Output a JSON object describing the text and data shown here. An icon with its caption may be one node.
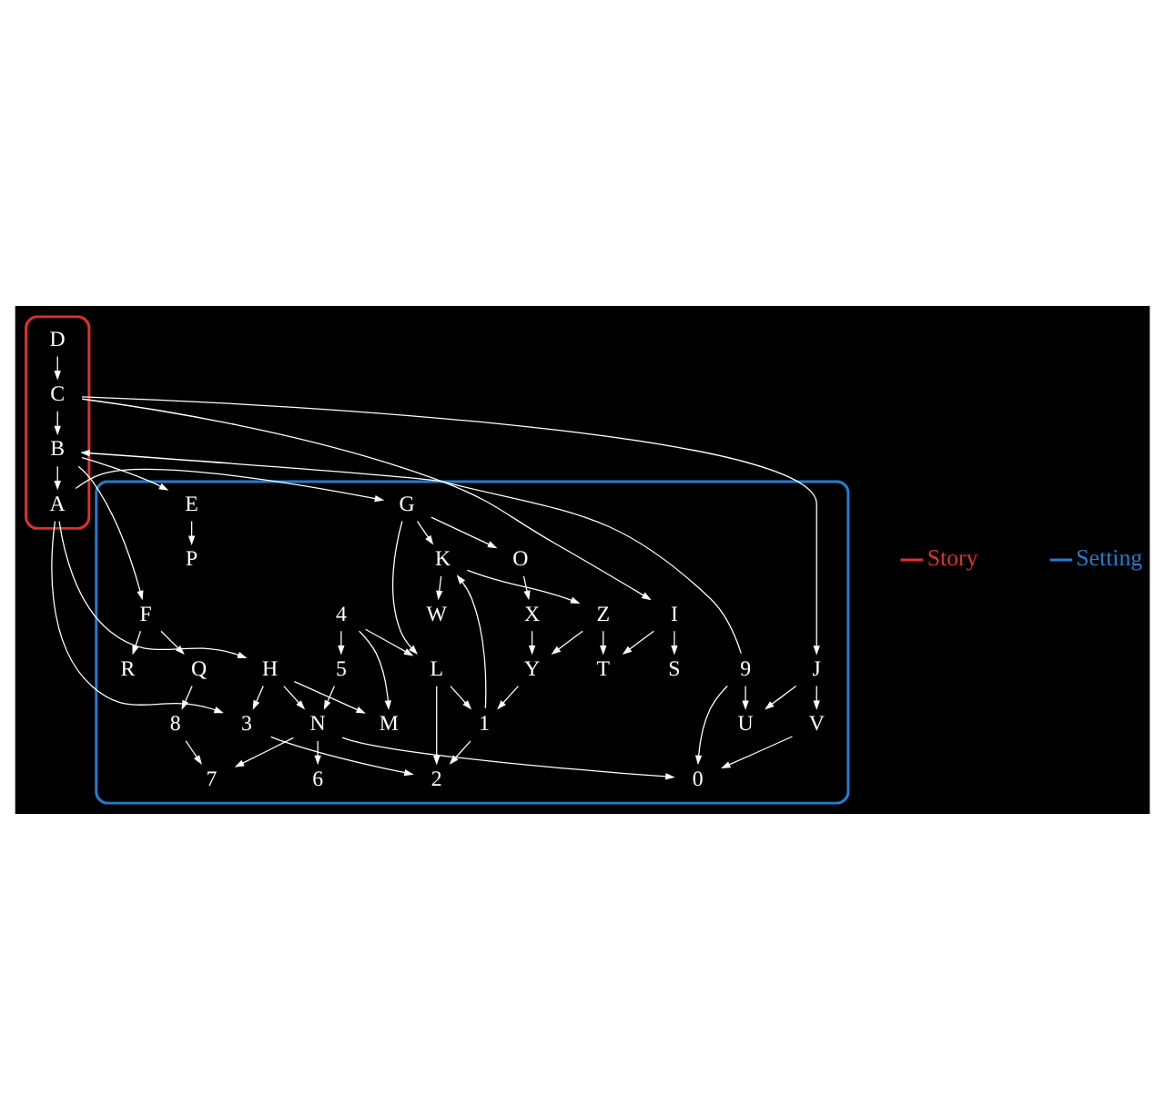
{
  "diagram": {
    "nodes": [
      {
        "text": [],
        "shape": "box"
      },
      {
        "text": [
          "W"
        ],
        "in": 0
      },
      {
        "text": [
          "X"
        ],
        "in": 0
      },
      {
        "text": [
          "Y"
        ],
        "in": 0
      },
      {
        "text": [
          "Z"
        ],
        "in": 0
      },
      {
        "text": [
          "1"
        ],
        "in": 0
      },
      {
        "text": [
          "K"
        ],
        "in": 0
      },
      {
        "text": [
          "O"
        ],
        "in": 0
      },
      {
        "text": [
          "P"
        ],
        "in": 0
      },
      {
        "text": [
          "S"
        ],
        "in": 0
      },
      {
        "text": [
          "T"
        ],
        "in": 0
      },
      {
        "text": [
          "G"
        ],
        "in": 0
      },
      {
        "text": [
          "E"
        ],
        "in": 0
      },
      {
        "text": [
          "I"
        ],
        "in": 0
      },
      {
        "text": [
          "2"
        ],
        "in": 0
      },
      {
        "text": [
          "L"
        ],
        "in": 0
      },
      {
        "text": [],
        "shape": "box"
      },
      {
        "text": [
          "A"
        ],
        "in": 16
      },
      {
        "text": [
          "B"
        ],
        "in": 16
      },
      {
        "text": [
          "C"
        ],
        "in": 16
      },
      {
        "text": [
          "D"
        ],
        "in": 16
      },
      {
        "text": [
          "3"
        ],
        "in": 0
      },
      {
        "text": [
          "H"
        ],
        "in": 0
      },
      {
        "text": [
          "F"
        ],
        "in": 0
      },
      {
        "text": [
          "J"
        ],
        "in": 0
      },
      {
        "text": [
          "M"
        ],
        "in": 0
      },
      {
        "text": [
          "4"
        ],
        "in": 0
      },
      {
        "text": [
          "N"
        ],
        "in": 0
      },
      {
        "text": [
          "Q"
        ],
        "in": 0
      },
      {
        "text": [
          "R"
        ],
        "in": 0
      },
      {
        "text": [
          "U"
        ],
        "in": 0
      },
      {
        "text": [
          "V"
        ],
        "in": 0
      },
      {
        "text": [
          "5"
        ],
        "in": 0
      },
      {
        "text": [
          "6"
        ],
        "in": 0
      },
      {
        "text": [
          "7"
        ],
        "in": 0
      },
      {
        "text": [
          "8"
        ],
        "in": 0
      },
      {
        "text": [
          "9"
        ],
        "in": 0
      },
      {
        "text": [
          "0"
        ],
        "in": 0
      }
    ],
    "edges": [
      {
        "from": 2,
        "to": 3,
        "arrow": "to"
      },
      {
        "from": 4,
        "to": 3,
        "arrow": "to"
      },
      {
        "from": 3,
        "to": 5,
        "arrow": "to"
      },
      {
        "from": 4,
        "to": 10,
        "arrow": "to"
      },
      {
        "from": 7,
        "to": 2,
        "arrow": "to"
      },
      {
        "from": 6,
        "to": 4,
        "arrow": "to"
      },
      {
        "from": 6,
        "to": 1,
        "arrow": "to"
      },
      {
        "from": 5,
        "to": 6,
        "arrow": "to"
      },
      {
        "from": 5,
        "to": 14,
        "arrow": "to"
      },
      {
        "from": 15,
        "to": 5,
        "arrow": "to"
      },
      {
        "from": 15,
        "to": 14,
        "arrow": "to"
      },
      {
        "from": 11,
        "to": 6,
        "arrow": "to"
      },
      {
        "from": 11,
        "to": 15,
        "arrow": "to"
      },
      {
        "from": 11,
        "to": 7,
        "arrow": "to"
      },
      {
        "from": 17,
        "to": 11,
        "arrow": "to"
      },
      {
        "from": 26,
        "to": 15,
        "arrow": "to"
      },
      {
        "from": 21,
        "to": 14,
        "arrow": "to"
      },
      {
        "from": 17,
        "to": 21,
        "arrow": "to"
      },
      {
        "from": 17,
        "to": 22,
        "arrow": "to"
      },
      {
        "from": 22,
        "to": 25,
        "arrow": "to"
      },
      {
        "from": 22,
        "to": 21,
        "arrow": "to"
      },
      {
        "from": 26,
        "to": 25,
        "arrow": "to"
      },
      {
        "from": 22,
        "to": 27,
        "arrow": "to"
      },
      {
        "from": 26,
        "to": 32,
        "arrow": "to"
      },
      {
        "from": 32,
        "to": 27,
        "arrow": "to"
      },
      {
        "from": 27,
        "to": 33,
        "arrow": "to"
      },
      {
        "from": 27,
        "to": 34,
        "arrow": "to"
      },
      {
        "from": 27,
        "to": 37,
        "arrow": "to"
      },
      {
        "from": 35,
        "to": 34,
        "arrow": "to"
      },
      {
        "from": 28,
        "to": 35,
        "arrow": "to"
      },
      {
        "from": 36,
        "to": 18,
        "arrow": "to"
      },
      {
        "from": 36,
        "to": 37,
        "arrow": "to"
      },
      {
        "from": 36,
        "to": 30,
        "arrow": "to"
      },
      {
        "from": 23,
        "to": 28,
        "arrow": "to"
      },
      {
        "from": 23,
        "to": 29,
        "arrow": "to"
      },
      {
        "from": 24,
        "to": 30,
        "arrow": "to"
      },
      {
        "from": 24,
        "to": 31,
        "arrow": "to"
      },
      {
        "from": 31,
        "to": 37,
        "arrow": "to"
      },
      {
        "from": 18,
        "to": 23,
        "arrow": "to"
      },
      {
        "from": 19,
        "to": 24,
        "arrow": "to"
      },
      {
        "from": 19,
        "to": 13,
        "arrow": "to"
      },
      {
        "from": 13,
        "to": 9,
        "arrow": "to"
      },
      {
        "from": 13,
        "to": 10,
        "arrow": "to"
      },
      {
        "from": 12,
        "to": 8,
        "arrow": "to"
      },
      {
        "from": 18,
        "to": 12,
        "arrow": "to"
      },
      {
        "from": 18,
        "to": 17,
        "arrow": "to"
      },
      {
        "from": 19,
        "to": 18,
        "arrow": "to"
      },
      {
        "from": 20,
        "to": 19,
        "arrow": "to"
      }
    ],
    "legend": [
      {
        "text": "Story"
      },
      {
        "text": "Setting"
      }
    ]
  }
}
